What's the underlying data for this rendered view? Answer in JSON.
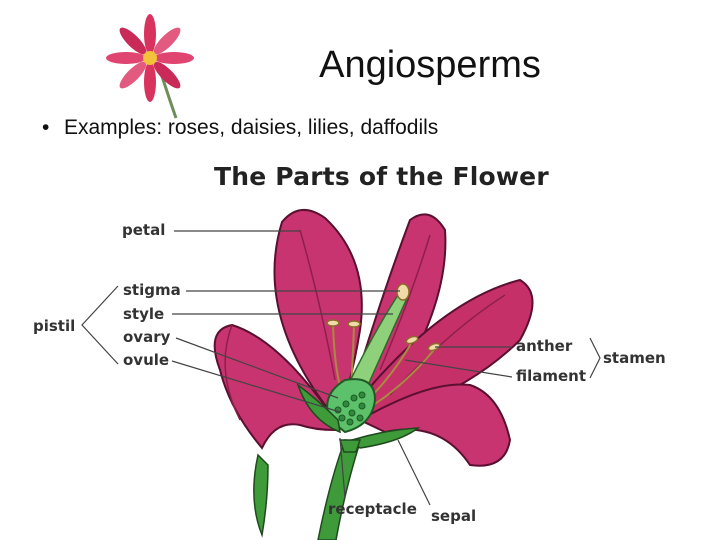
{
  "slide": {
    "title": "Angiosperms",
    "bullet": "Examples: roses, daisies, lilies, daffodils"
  },
  "diagram": {
    "title": "The Parts of the Flower",
    "labels": {
      "petal": "petal",
      "stigma": "stigma",
      "style": "style",
      "ovary": "ovary",
      "ovule": "ovule",
      "pistil": "pistil",
      "anther": "anther",
      "filament": "filament",
      "stamen": "stamen",
      "receptacle": "receptacle",
      "sepal": "sepal"
    }
  },
  "colors": {
    "petal": "#c8346f",
    "petal_dark": "#8e1f4c",
    "stem": "#3f9a3a",
    "ovary": "#5cc16a",
    "anther": "#f2d9a8"
  }
}
